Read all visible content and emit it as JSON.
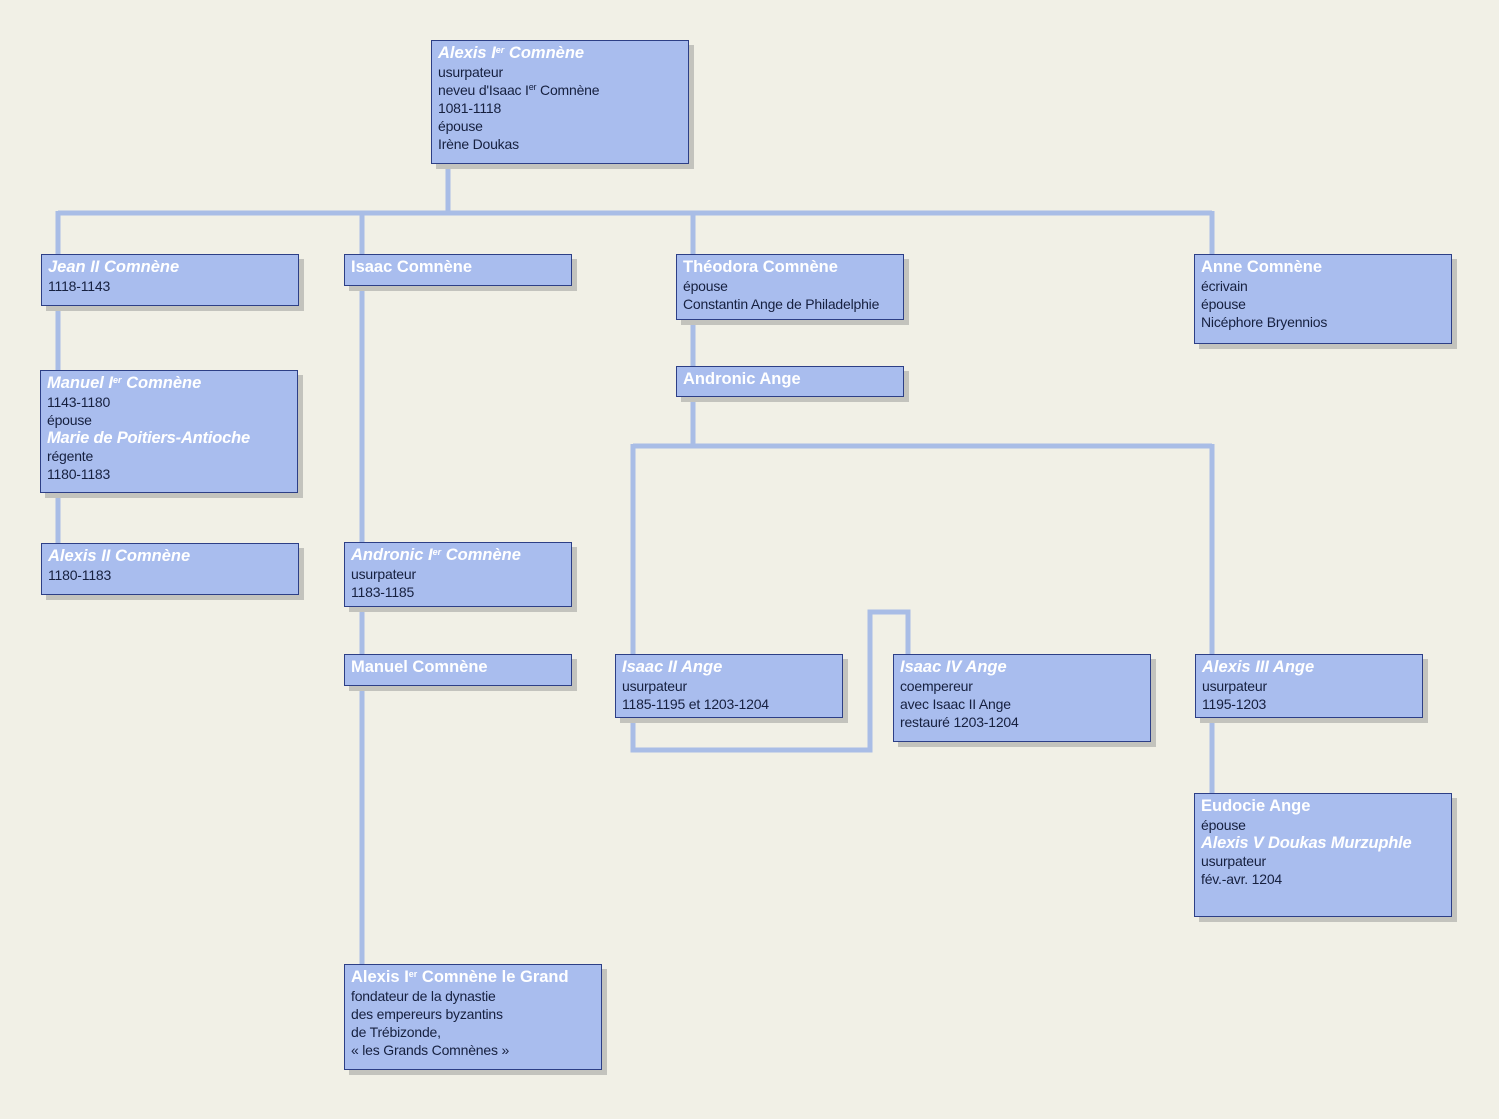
{
  "members": {
    "alexis1": {
      "name_prefix": "Alexis I",
      "name_sup": "er",
      "name_suffix": " Comnène",
      "l1": "usurpateur",
      "l2_prefix": "neveu d'Isaac I",
      "l2_sup": "er",
      "l2_suffix": " Comnène",
      "l3": "1081-1118",
      "l4": "épouse",
      "l5": "Irène Doukas"
    },
    "jean2": {
      "name": "Jean II Comnène",
      "l1": "1118-1143"
    },
    "isaac": {
      "name": "Isaac Comnène"
    },
    "theodora": {
      "name": "Théodora Comnène",
      "l1": "épouse",
      "l2": "Constantin Ange de Philadelphie"
    },
    "anne": {
      "name": "Anne Comnène",
      "l1": "écrivain",
      "l2": "épouse",
      "l3": "Nicéphore Bryennios"
    },
    "manuel1": {
      "name_prefix": "Manuel I",
      "name_sup": "er",
      "name_suffix": " Comnène",
      "l1": "1143-1180",
      "l2": "épouse",
      "l3": "Marie de Poitiers-Antioche",
      "l4": "régente",
      "l5": "1180-1183"
    },
    "andronic_ange": {
      "name": "Andronic Ange"
    },
    "alexis2": {
      "name": "Alexis II Comnène",
      "l1": "1180-1183"
    },
    "andronic1": {
      "name_prefix": "Andronic I",
      "name_sup": "er",
      "name_suffix": " Comnène",
      "l1": "usurpateur",
      "l2": "1183-1185"
    },
    "manuel": {
      "name": "Manuel Comnène"
    },
    "isaac2": {
      "name": "Isaac II Ange",
      "l1": "usurpateur",
      "l2": "1185-1195 et 1203-1204"
    },
    "isaac4": {
      "name": "Isaac IV Ange",
      "l1": "coempereur",
      "l2": "avec Isaac II Ange",
      "l3": "restauré 1203-1204"
    },
    "alexis3": {
      "name": "Alexis III Ange",
      "l1": "usurpateur",
      "l2": "1195-1203"
    },
    "eudocie": {
      "name": "Eudocie Ange",
      "l1": "épouse",
      "l2": "Alexis V Doukas Murzuphle",
      "l3": "usurpateur",
      "l4": "fév.-avr. 1204"
    },
    "alexis1_grand": {
      "name_prefix": "Alexis I",
      "name_sup": "er",
      "name_suffix": " Comnène le Grand",
      "l1": "fondateur de la dynastie",
      "l2": "des empereurs byzantins",
      "l3": "de Trébizonde,",
      "l4": "« les Grands Comnènes »"
    }
  },
  "colors": {
    "background": "#f1f0e6",
    "box_fill": "#a9bdee",
    "box_border": "#2d3f86",
    "connector": "#a9bde6",
    "shadow": "#c3c3bd"
  }
}
